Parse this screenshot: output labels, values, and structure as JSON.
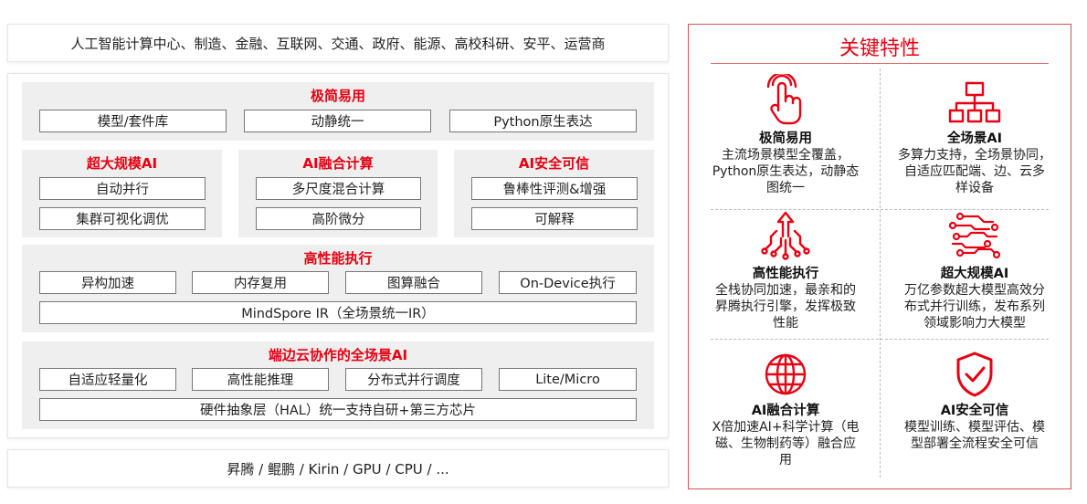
{
  "top_bar": "人工智能计算中心、制造、金融、互联网、交通、政府、能源、高校科研、安平、运营商",
  "sections": {
    "simple": {
      "title": "极简易用",
      "items": [
        "模型/套件库",
        "动静统一",
        "Python原生表达"
      ]
    },
    "large_scale": {
      "title": "超大规模AI",
      "items": [
        "自动并行",
        "集群可视化调优"
      ]
    },
    "ai_fusion": {
      "title": "AI融合计算",
      "items": [
        "多尺度混合计算",
        "高阶微分"
      ]
    },
    "ai_security": {
      "title": "AI安全可信",
      "items": [
        "鲁棒性评测&增强",
        "可解释"
      ]
    },
    "high_perf": {
      "title": "高性能执行",
      "items": [
        "异构加速",
        "内存复用",
        "图算融合",
        "On-Device执行"
      ],
      "ir": "MindSpore IR（全场景统一IR）"
    },
    "edge_cloud": {
      "title": "端边云协作的全场景AI",
      "items": [
        "自适应轻量化",
        "高性能推理",
        "分布式并行调度",
        "Lite/Micro"
      ],
      "hal": "硬件抽象层（HAL）统一支持自研+第三方芯片"
    }
  },
  "bottom_bar": "昇腾 / 鲲鹏 / Kirin / GPU / CPU / ...",
  "key_features": {
    "title": "关键特性",
    "accent_color": "#e60012",
    "features": [
      {
        "icon": "touch-hand-icon",
        "title": "极简易用",
        "desc": [
          "主流场景模型全覆盖，",
          "Python原生表达，动静态",
          "图统一"
        ]
      },
      {
        "icon": "network-tree-icon",
        "title": "全场景AI",
        "desc": [
          "多算力支持，全场景协同，",
          "自适应匹配端、边、云多",
          "样设备"
        ]
      },
      {
        "icon": "accelerate-arrow-icon",
        "title": "高性能执行",
        "desc": [
          "全栈协同加速，最亲和的",
          "昇腾执行引擎，发挥极致",
          "性能"
        ]
      },
      {
        "icon": "circuit-icon",
        "title": "超大规模AI",
        "desc": [
          "万亿参数超大模型高效分",
          "布式并行训练，发布系列",
          "领域影响力大模型"
        ]
      },
      {
        "icon": "globe-circuit-icon",
        "title": "AI融合计算",
        "desc": [
          "X倍加速AI+科学计算（电",
          "磁、生物制药等）融合应",
          "用"
        ]
      },
      {
        "icon": "shield-check-icon",
        "title": "AI安全可信",
        "desc": [
          "模型训练、模型评估、模",
          "型部署全流程安全可信"
        ]
      }
    ]
  }
}
